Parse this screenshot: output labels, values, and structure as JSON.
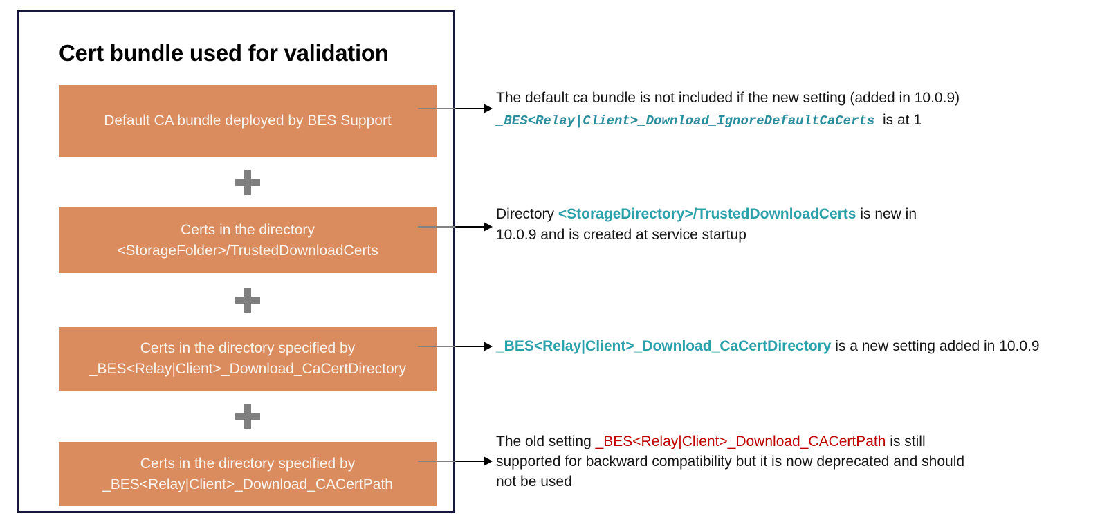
{
  "diagram": {
    "title": "Cert bundle used for validation",
    "boxes": [
      {
        "lines": [
          "Default CA bundle deployed by BES Support"
        ]
      },
      {
        "lines": [
          "Certs in the directory",
          "<StorageFolder>/TrustedDownloadCerts"
        ]
      },
      {
        "lines": [
          "Certs in the directory specified by",
          "_BES<Relay|Client>_Download_CaCertDirectory"
        ]
      },
      {
        "lines": [
          "Certs in the directory specified by",
          "_BES<Relay|Client>_Download_CACertPath"
        ]
      }
    ],
    "icons": {
      "plus": "+",
      "arrow": "→"
    },
    "annotations": [
      {
        "segments": [
          {
            "text": "The default ca bundle is not included if the new setting (added in 10.0.9)\n",
            "style": "plain"
          },
          {
            "text": "_BES<Relay|Client>_Download_IgnoreDefaultCaCerts",
            "style": "code"
          },
          {
            "text": "  is at 1",
            "style": "plain"
          }
        ]
      },
      {
        "segments": [
          {
            "text": "Directory ",
            "style": "plain"
          },
          {
            "text": "<StorageDirectory>/TrustedDownloadCerts",
            "style": "teal"
          },
          {
            "text": " is new in\n10.0.9 and is created at service startup",
            "style": "plain"
          }
        ]
      },
      {
        "segments": [
          {
            "text": "_BES<Relay|Client>_Download_CaCertDirectory",
            "style": "teal"
          },
          {
            "text": " is a new setting added in 10.0.9",
            "style": "plain"
          }
        ]
      },
      {
        "segments": [
          {
            "text": "The old setting ",
            "style": "plain"
          },
          {
            "text": "_BES<Relay|Client>_Download_CACertPath",
            "style": "red"
          },
          {
            "text": " is still\nsupported for backward compatibility but it is now deprecated and should\nnot be used",
            "style": "plain"
          }
        ]
      }
    ],
    "colors": {
      "box_fill": "#DB8C5F",
      "box_text": "#F9F4ED",
      "border_navy": "#18183D",
      "plus_gray": "#7F7F7F",
      "teal_code": "#2B8E9D",
      "teal_bold": "#2BA1AC",
      "red_deprecated": "#C00000",
      "body_text": "#151515"
    }
  }
}
